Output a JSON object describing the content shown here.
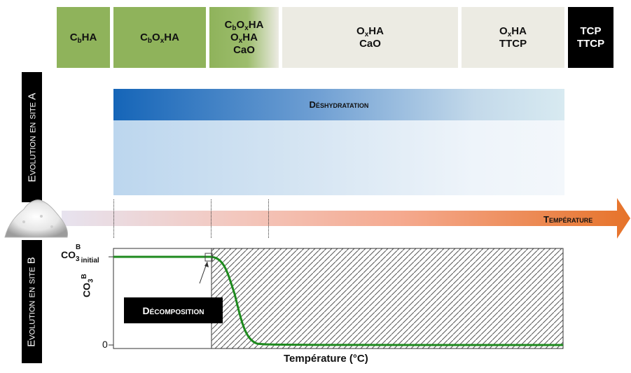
{
  "phases": [
    {
      "line1_main": "C",
      "line1_sub": "b",
      "line1_rest": "HA"
    },
    {
      "html_hint": "CbOxHA",
      "a": "C",
      "a_sub": "b",
      "b": "O",
      "b_sub": "x",
      "c": "HA"
    },
    {
      "l1a": "C",
      "l1a_sub": "b",
      "l1b": "O",
      "l1b_sub": "x",
      "l1c": "HA",
      "l2a": "O",
      "l2a_sub": "x",
      "l2b": "HA",
      "l3": "CaO"
    },
    {
      "l1a": "O",
      "l1a_sub": "x",
      "l1b": "HA",
      "l2": "CaO"
    },
    {
      "l1a": "O",
      "l1a_sub": "x",
      "l1b": "HA",
      "l2": "TTCP"
    },
    {
      "l1": "TCP",
      "l2": "TTCP"
    }
  ],
  "site_a_label": "Evolution en site A",
  "site_b_label": "Evolution en site B",
  "dehydration_label": "Déshydratation",
  "temperature_arrow_label": "Température",
  "graph": {
    "y_label_main": "CO",
    "y_label_sub": "3",
    "y_label_sup": "B",
    "y_top_main": "CO",
    "y_top_sub": "3",
    "y_top_sup": "B",
    "y_top_subtext": "initial",
    "y_zero": "0",
    "x_label": "Température (°C)",
    "decomposition_label": "Décomposition"
  },
  "colors": {
    "green": "#8fb35b",
    "beige": "#ecebe3",
    "blue_dark": "#1565b8",
    "orange": "#e6732a",
    "curve": "#1e8a1e"
  }
}
